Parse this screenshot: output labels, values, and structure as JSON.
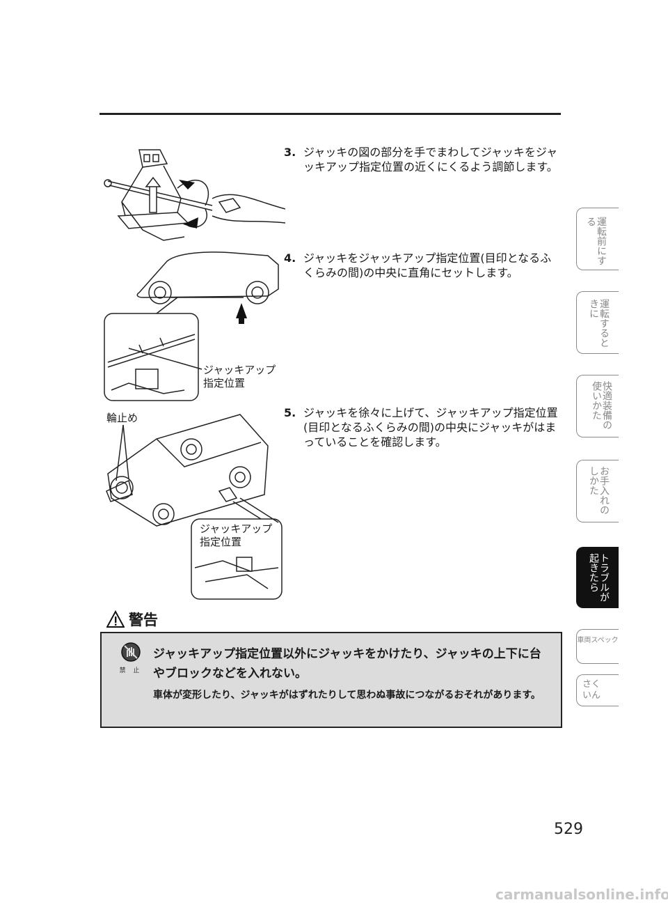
{
  "steps": [
    {
      "num": "3.",
      "text": "ジャッキの図の部分を手でまわしてジャッキをジャッキアップ指定位置の近くにくるよう調節します。"
    },
    {
      "num": "4.",
      "text": "ジャッキをジャッキアップ指定位置(目印となるふくらみの間)の中央に直角にセットします。"
    },
    {
      "num": "5.",
      "text": "ジャッキを徐々に上げて、ジャッキアップ指定位置(目印となるふくらみの間)の中央にジャッキがはまっていることを確認します。"
    }
  ],
  "figures": {
    "fig2_callout": "ジャッキアップ\n指定位置",
    "fig3_wheelchock": "輪止め",
    "fig3_callout": "ジャッキアップ\n指定位置"
  },
  "side_tabs": [
    {
      "label": "運転前にする",
      "active": false
    },
    {
      "label": "運転するときに",
      "active": false
    },
    {
      "label": "快適装備の使いかた",
      "active": false
    },
    {
      "label": "お手入れのしかた",
      "active": false
    },
    {
      "label": "トラブルが起きたら",
      "active": true
    },
    {
      "label": "車両スペック",
      "active": false
    },
    {
      "label": "さくいん",
      "active": false
    }
  ],
  "warning": {
    "title": "警告",
    "icon_label": "禁 止",
    "main": "ジャッキアップ指定位置以外にジャッキをかけたり、ジャッキの上下に台やブロックなどを入れない。",
    "sub": "車体が変形したり、ジャッキがはずれたりして思わぬ事故につながるおそれがあります。"
  },
  "page_number": "529",
  "footer": "carmanualsonline.info"
}
